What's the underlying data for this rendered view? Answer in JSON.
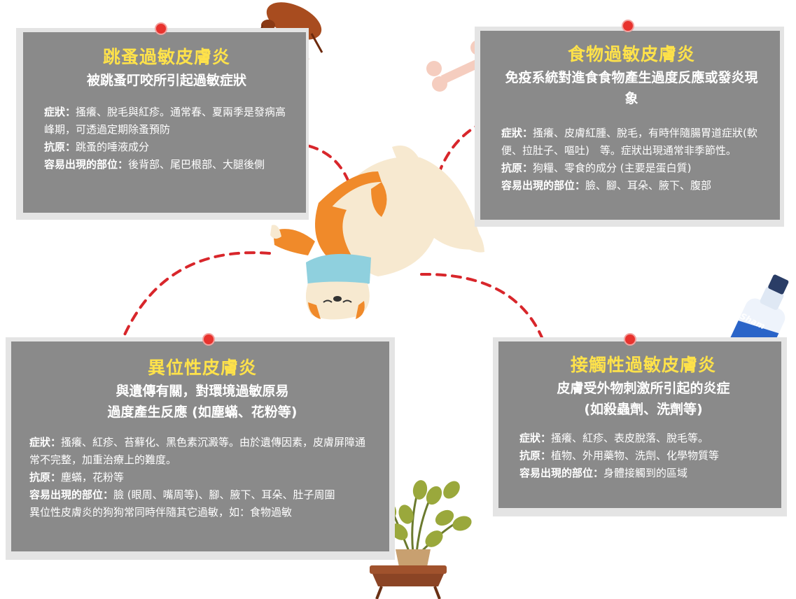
{
  "cards": {
    "flea": {
      "title": "跳蚤過敏皮膚炎",
      "subtitle": "被跳蚤叮咬所引起過敏症狀",
      "rows": [
        {
          "label": "症狀：",
          "text": "搔癢、脫毛與紅疹。通常春、夏兩季是發病高峰期，可透過定期除蚤預防"
        },
        {
          "label": "抗原：",
          "text": "跳蚤的唾液成分"
        },
        {
          "label": "容易出現的部位：",
          "text": "後背部、尾巴根部、大腿後側"
        }
      ]
    },
    "food": {
      "title": "食物過敏皮膚炎",
      "subtitle": "免疫系統對進食食物產生過度反應或發炎現象",
      "rows": [
        {
          "label": "症狀：",
          "text": "搔癢、皮膚紅腫、脫毛，有時伴隨腸胃道症狀(軟便、拉肚子、嘔吐)　等。症狀出現通常非季節性。"
        },
        {
          "label": "抗原：",
          "text": "狗糧、零食的成分 (主要是蛋白質)"
        },
        {
          "label": "容易出現的部位：",
          "text": "臉、腳、耳朵、腋下、腹部"
        }
      ]
    },
    "atopic": {
      "title": "異位性皮膚炎",
      "subtitle1": "與遺傳有關，對環境過敏原易",
      "subtitle2": "過度產生反應 (如塵蟎、花粉等)",
      "rows": [
        {
          "label": "症狀：",
          "text": "搔癢、紅疹、苔蘚化、黑色素沉澱等。由於遺傳因素，皮膚屏障通常不完整，加重治療上的難度。"
        },
        {
          "label": "抗原：",
          "text": "塵蟎，花粉等"
        },
        {
          "label": "容易出現的部位：",
          "text": "臉 (眼周、嘴周等)、腳、腋下、耳朵、肚子周圍"
        },
        {
          "label": "",
          "text": "異位性皮膚炎的狗狗常同時伴隨其它過敏，如：食物過敏"
        }
      ]
    },
    "contact": {
      "title": "接觸性過敏皮膚炎",
      "subtitle1": "皮膚受外物刺激所引起的炎症",
      "subtitle2": "(如殺蟲劑、洗劑等)",
      "rows": [
        {
          "label": "症狀：",
          "text": "搔癢、紅疹、表皮脫落、脫毛等。"
        },
        {
          "label": "抗原：",
          "text": "植物、外用藥物、洗劑、化學物質等"
        },
        {
          "label": "容易出現的部位：",
          "text": "身體接觸到的區域"
        }
      ]
    }
  },
  "bottle_text": "Sham",
  "colors": {
    "card": "#8a8a8a",
    "title": "#ffe24a",
    "pin": "#e8332e",
    "dash": "#d8262b",
    "dog_orange": "#f08a2a",
    "dog_cream": "#f7e9d0",
    "bandana": "#8fd0de"
  }
}
